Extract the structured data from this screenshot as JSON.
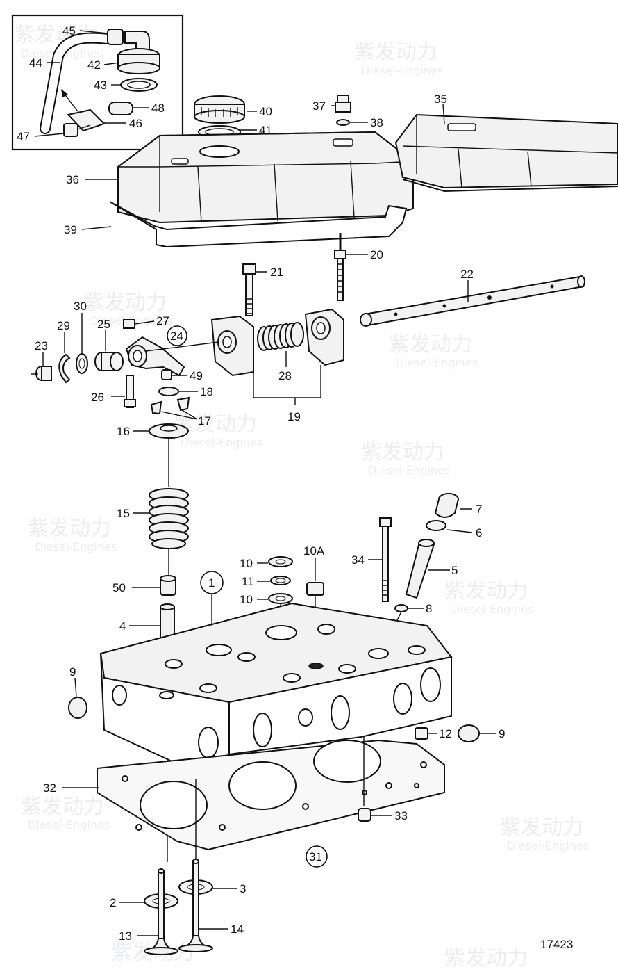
{
  "drawing_number": "17423",
  "watermark": {
    "brand": "紫发动力",
    "sub": "Diesel-Engines"
  },
  "callouts": {
    "c1": "1",
    "c2": "2",
    "c3": "3",
    "c4": "4",
    "c5": "5",
    "c6": "6",
    "c7": "7",
    "c8": "8",
    "c9a": "9",
    "c9b": "9",
    "c10a": "10",
    "c10b": "10",
    "c10A": "10A",
    "c11": "11",
    "c12": "12",
    "c13": "13",
    "c14": "14",
    "c15": "15",
    "c16": "16",
    "c17": "17",
    "c18": "18",
    "c19": "19",
    "c20": "20",
    "c21": "21",
    "c22": "22",
    "c23": "23",
    "c24": "24",
    "c25": "25",
    "c26": "26",
    "c27": "27",
    "c28": "28",
    "c29": "29",
    "c30": "30",
    "c31": "31",
    "c32": "32",
    "c33": "33",
    "c34": "34",
    "c35": "35",
    "c36": "36",
    "c37": "37",
    "c38": "38",
    "c39": "39",
    "c40": "40",
    "c41": "41",
    "c42": "42",
    "c43": "43",
    "c44": "44",
    "c45": "45",
    "c46": "46",
    "c47": "47",
    "c48": "48",
    "c49": "49",
    "c50": "50"
  }
}
